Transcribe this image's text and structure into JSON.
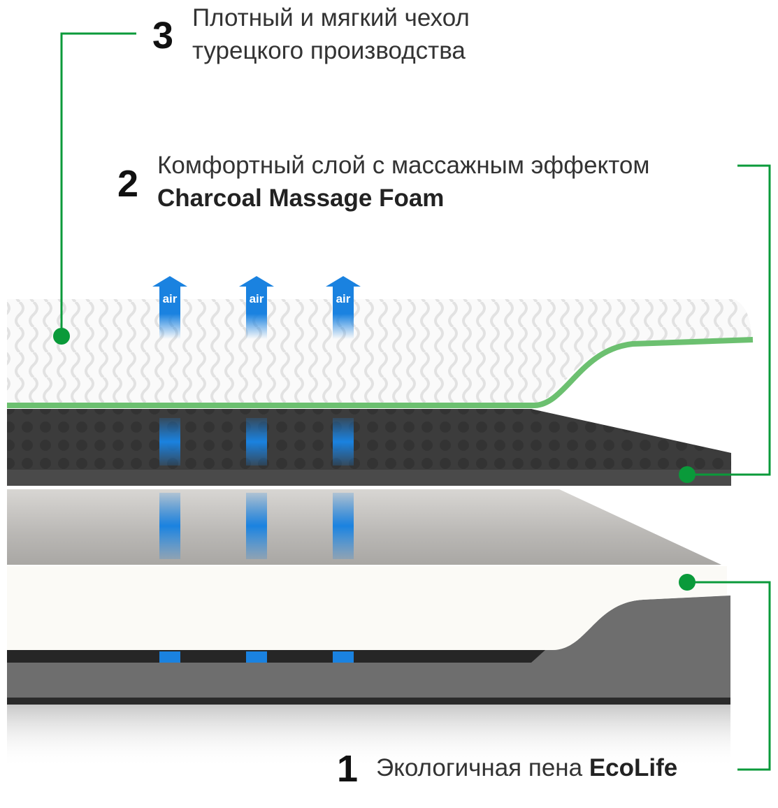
{
  "labels": [
    {
      "number": "3",
      "lines": [
        "Плотный и мягкий чехол",
        "турецкого производства"
      ]
    },
    {
      "number": "2",
      "line1": "Комфортный слой с массажным эффектом",
      "line2_bold": "Charcoal Massage Foam"
    },
    {
      "number": "1",
      "text": "Экологичная пена ",
      "bold": "EcoLife"
    }
  ],
  "air_label": "air",
  "colors": {
    "accent_green": "#0a9a3a",
    "air_blue": "#1a82e0"
  }
}
